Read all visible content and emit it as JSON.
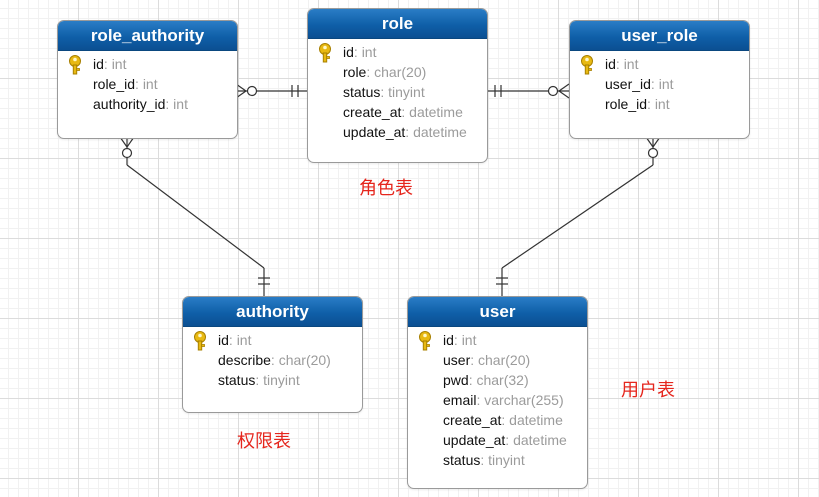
{
  "diagram": {
    "entities": [
      {
        "id": "role_authority",
        "name": "role_authority",
        "fields": [
          {
            "name": "id",
            "type": "int",
            "pk": true
          },
          {
            "name": "role_id",
            "type": "int",
            "pk": false
          },
          {
            "name": "authority_id",
            "type": "int",
            "pk": false
          }
        ]
      },
      {
        "id": "role",
        "name": "role",
        "fields": [
          {
            "name": "id",
            "type": "int",
            "pk": true
          },
          {
            "name": "role",
            "type": "char(20)",
            "pk": false
          },
          {
            "name": "status",
            "type": "tinyint",
            "pk": false
          },
          {
            "name": "create_at",
            "type": "datetime",
            "pk": false
          },
          {
            "name": "update_at",
            "type": "datetime",
            "pk": false
          }
        ]
      },
      {
        "id": "user_role",
        "name": "user_role",
        "fields": [
          {
            "name": "id",
            "type": "int",
            "pk": true
          },
          {
            "name": "user_id",
            "type": "int",
            "pk": false
          },
          {
            "name": "role_id",
            "type": "int",
            "pk": false
          }
        ]
      },
      {
        "id": "authority",
        "name": "authority",
        "fields": [
          {
            "name": "id",
            "type": "int",
            "pk": true
          },
          {
            "name": "describe",
            "type": "char(20)",
            "pk": false
          },
          {
            "name": "status",
            "type": "tinyint",
            "pk": false
          }
        ]
      },
      {
        "id": "user",
        "name": "user",
        "fields": [
          {
            "name": "id",
            "type": "int",
            "pk": true
          },
          {
            "name": "user",
            "type": "char(20)",
            "pk": false
          },
          {
            "name": "pwd",
            "type": "char(32)",
            "pk": false
          },
          {
            "name": "email",
            "type": "varchar(255)",
            "pk": false
          },
          {
            "name": "create_at",
            "type": "datetime",
            "pk": false
          },
          {
            "name": "update_at",
            "type": "datetime",
            "pk": false
          },
          {
            "name": "status",
            "type": "tinyint",
            "pk": false
          }
        ]
      }
    ],
    "notes": {
      "role_note": "角色表",
      "authority_note": "权限表",
      "user_note": "用户表"
    },
    "relationships": [
      {
        "from": "role_authority",
        "to": "role",
        "from_cardinality": "zero-or-many",
        "to_cardinality": "exactly-one"
      },
      {
        "from": "user_role",
        "to": "role",
        "from_cardinality": "zero-or-many",
        "to_cardinality": "exactly-one"
      },
      {
        "from": "role_authority",
        "to": "authority",
        "from_cardinality": "zero-or-many",
        "to_cardinality": "exactly-one"
      },
      {
        "from": "user_role",
        "to": "user",
        "from_cardinality": "zero-or-many",
        "to_cardinality": "exactly-one"
      }
    ],
    "colors": {
      "header": "#0f5fa8",
      "note": "#e5261d",
      "field_type": "#9b9b9b",
      "line": "#333333"
    }
  }
}
